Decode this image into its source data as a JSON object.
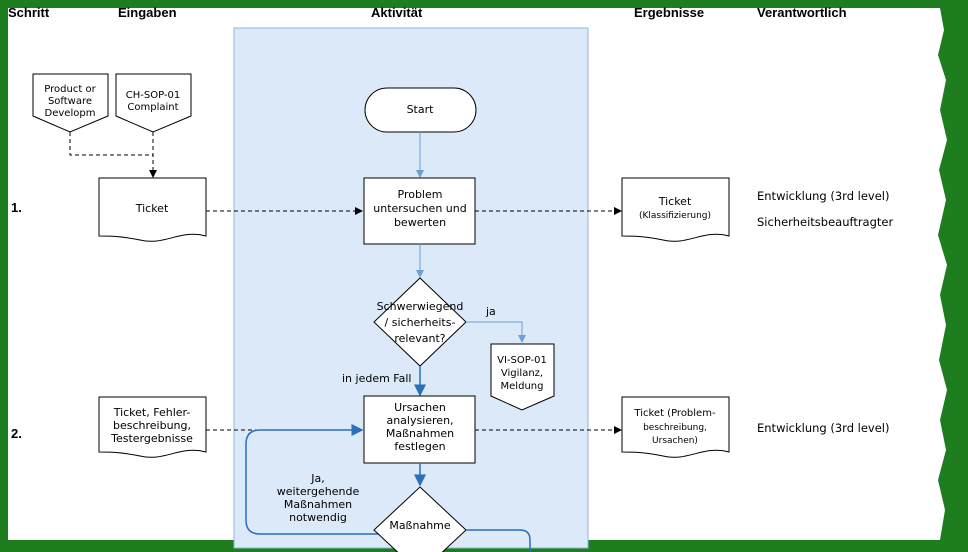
{
  "headers": {
    "schritt": "Schritt",
    "eingaben": "Eingaben",
    "aktivitaet": "Aktivität",
    "ergebnisse": "Ergebnisse",
    "verantwortlich": "Verantwortlich"
  },
  "steps": {
    "s1": "1.",
    "s2": "2."
  },
  "inputs": {
    "product_line1": "Product or",
    "product_line2": "Software",
    "product_line3": "Developm",
    "complaint_line1": "CH-SOP-01",
    "complaint_line2": "Complaint",
    "ticket1": "Ticket",
    "ticket2_line1": "Ticket, Fehler-",
    "ticket2_line2": "beschreibung,",
    "ticket2_line3": "Testergebnisse"
  },
  "activity": {
    "start": "Start",
    "problem_line1": "Problem",
    "problem_line2": "untersuchen und",
    "problem_line3": "bewerten",
    "decision_line1": "Schwerwiegend",
    "decision_line2": "/ sicherheits-",
    "decision_line3": "relevant?",
    "yes_label": "ja",
    "vigilanz_line1": "VI-SOP-01",
    "vigilanz_line2": "Vigilanz,",
    "vigilanz_line3": "Meldung",
    "always_label": "in jedem Fall",
    "ursachen_line1": "Ursachen",
    "ursachen_line2": "analysieren,",
    "ursachen_line3": "Maßnahmen",
    "ursachen_line4": "festlegen",
    "ja2_line1": "Ja,",
    "ja2_line2": "weitergehende",
    "ja2_line3": "Maßnahmen",
    "ja2_line4": "notwendig",
    "massnahme": "Maßnahme"
  },
  "results": {
    "ticket_line1": "Ticket",
    "ticket_line2": "(Klassifizierung)",
    "ticket2_line1": "Ticket (Problem-",
    "ticket2_line2": "beschreibung,",
    "ticket2_line3": "Ursachen)"
  },
  "responsible": {
    "r1a": "Entwicklung (3rd level)",
    "r1b": "Sicherheitsbeauftragter",
    "r2": "Entwicklung (3rd level)"
  },
  "colors": {
    "border_green": "#1e7d1e",
    "lane_fill": "#dbe9f8",
    "lane_stroke": "#8fb6de",
    "arrow_blue": "#6b9fd6",
    "dark_blue": "#2a6fb8"
  }
}
